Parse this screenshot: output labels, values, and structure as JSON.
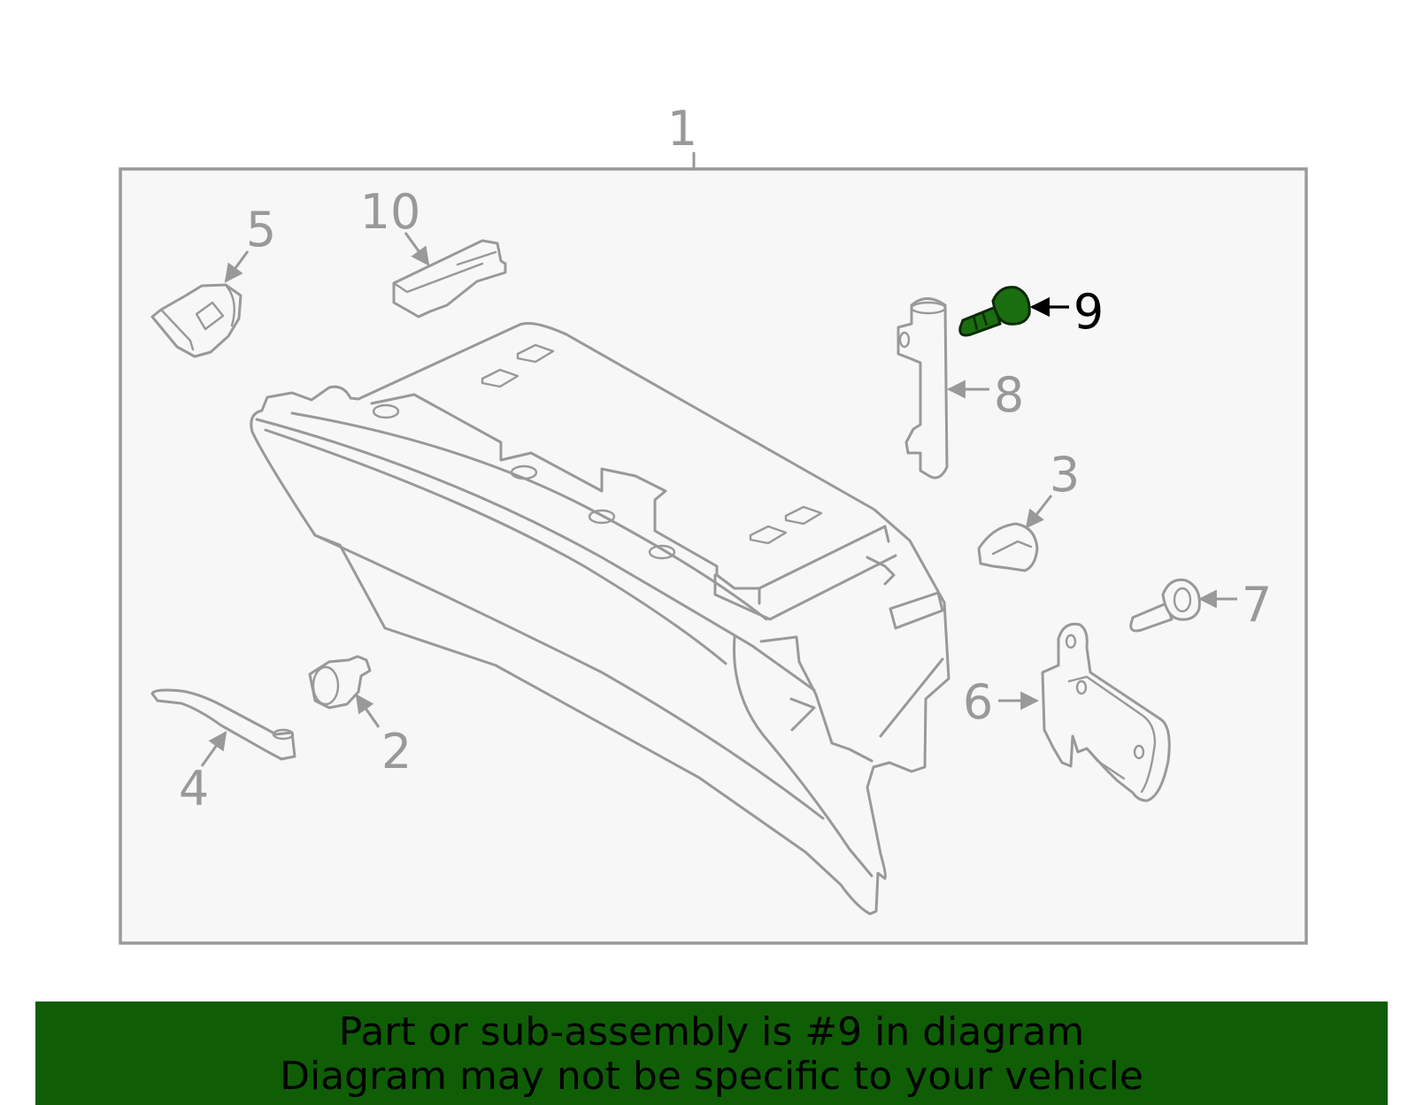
{
  "diagram": {
    "assembly_label": "1",
    "callouts": [
      {
        "id": "2",
        "label": "2"
      },
      {
        "id": "3",
        "label": "3"
      },
      {
        "id": "4",
        "label": "4"
      },
      {
        "id": "5",
        "label": "5"
      },
      {
        "id": "6",
        "label": "6"
      },
      {
        "id": "7",
        "label": "7"
      },
      {
        "id": "8",
        "label": "8"
      },
      {
        "id": "9",
        "label": "9",
        "highlighted": true
      },
      {
        "id": "10",
        "label": "10"
      }
    ],
    "colors": {
      "outline": "#999999",
      "box_fill": "#f7f7f7",
      "highlight_part": "#1a6e10",
      "highlight_label": "#000000"
    }
  },
  "banner": {
    "line1": "Part or sub-assembly is #9 in diagram",
    "line2": "Diagram may not be specific to your vehicle",
    "background": "#0f5e06"
  }
}
